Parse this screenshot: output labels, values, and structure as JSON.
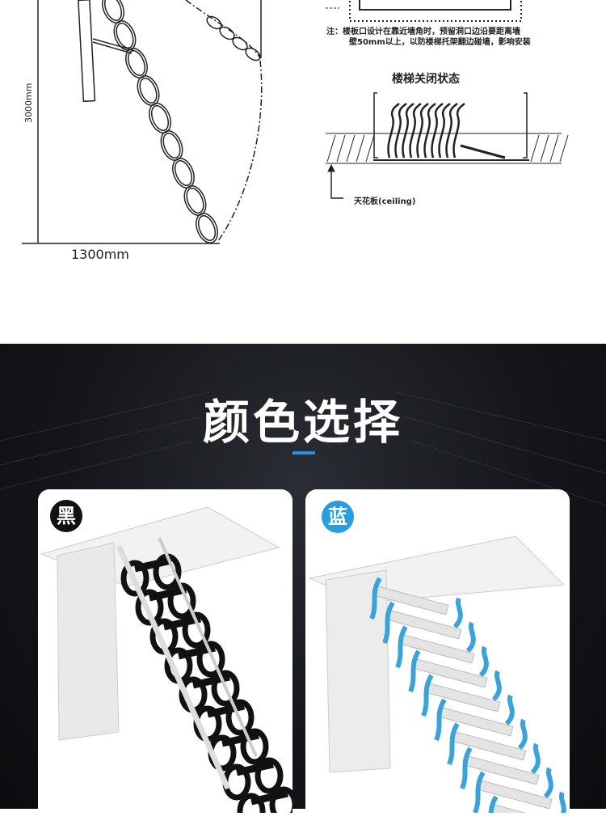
{
  "diagram": {
    "height_label": "3000mm",
    "width_label": "1300mm",
    "note_line1": "注：楼板口设计在靠近墙角时，预留洞口边沿要距离墙",
    "note_line2": "壁50mm以上，以防楼梯托架翻边碰墙，影响安装",
    "closed_state_title": "楼梯关闭状态",
    "ceiling_label": "天花板(ceiling)"
  },
  "color_section": {
    "title": "颜色选择",
    "accent": "#2a8fe0",
    "options": [
      {
        "label": "黑",
        "badge_color": "#111111",
        "rail_color": "#111111"
      },
      {
        "label": "蓝",
        "badge_color": "#2a9de0",
        "rail_color": "#3aa3da"
      }
    ]
  }
}
